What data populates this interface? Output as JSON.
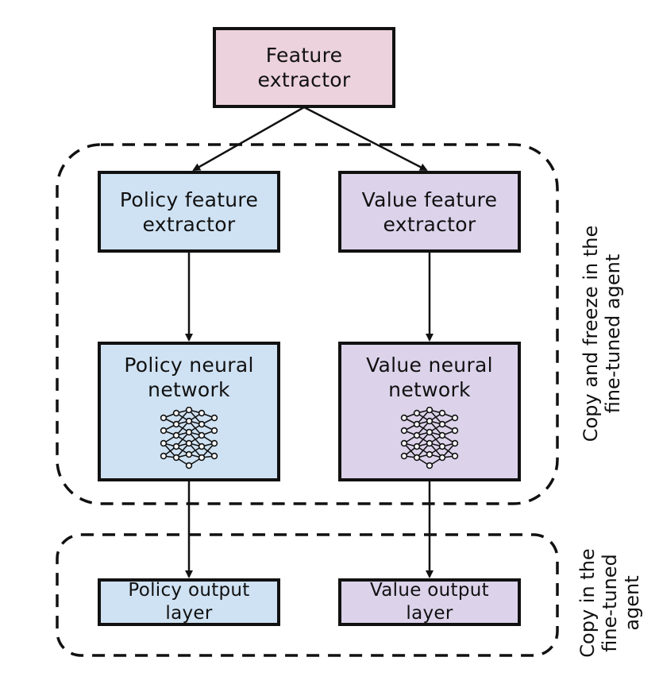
{
  "colors": {
    "feature": "#ecd2dc",
    "policy": "#cfe2f3",
    "value": "#dcd3eb",
    "stroke": "#111111"
  },
  "nodes": {
    "feature_extractor": {
      "line1": "Feature",
      "line2": "extractor"
    },
    "policy_feature_extractor": {
      "line1": "Policy feature",
      "line2": "extractor"
    },
    "value_feature_extractor": {
      "line1": "Value feature",
      "line2": "extractor"
    },
    "policy_neural_network": {
      "line1": "Policy neural",
      "line2": "network",
      "icon": "neural-network-icon"
    },
    "value_neural_network": {
      "line1": "Value neural",
      "line2": "network",
      "icon": "neural-network-icon"
    },
    "policy_output_layer": {
      "line1": "Policy output",
      "line2": "layer"
    },
    "value_output_layer": {
      "line1": "Value output",
      "line2": "layer"
    }
  },
  "groups": {
    "frozen": {
      "line1": "Copy and freeze in the",
      "line2": "fine-tuned agent"
    },
    "copied": {
      "line1": "Copy in the",
      "line2": "fine-tuned",
      "line3": "agent"
    }
  },
  "edges": [
    {
      "from": "feature_extractor",
      "to": "policy_feature_extractor"
    },
    {
      "from": "feature_extractor",
      "to": "value_feature_extractor"
    },
    {
      "from": "policy_feature_extractor",
      "to": "policy_neural_network"
    },
    {
      "from": "value_feature_extractor",
      "to": "value_neural_network"
    },
    {
      "from": "policy_neural_network",
      "to": "policy_output_layer"
    },
    {
      "from": "value_neural_network",
      "to": "value_output_layer"
    }
  ]
}
